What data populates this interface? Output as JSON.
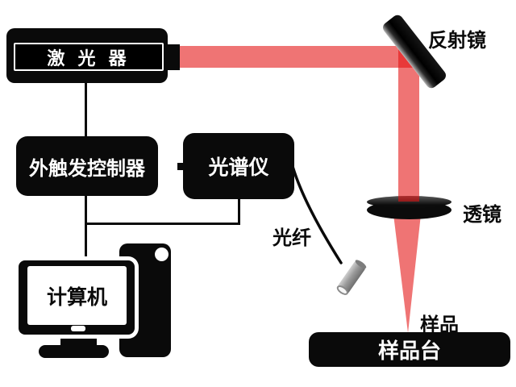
{
  "labels": {
    "laser": "激 光 器",
    "mirror": "反射镜",
    "controller": "外触发控制器",
    "spectrometer": "光谱仪",
    "fiber": "光纤",
    "lens": "透镜",
    "computer": "计算机",
    "sample": "样品",
    "stage": "样品台"
  },
  "colors": {
    "ink": "#0a0a0a",
    "beam_rgba": "rgba(227,16,16,0.58)",
    "beam_single_hex": "#f07473",
    "beam_overlap_hex": "#e43a38",
    "probe_gray": "#9a9a9a",
    "background": "#ffffff"
  }
}
